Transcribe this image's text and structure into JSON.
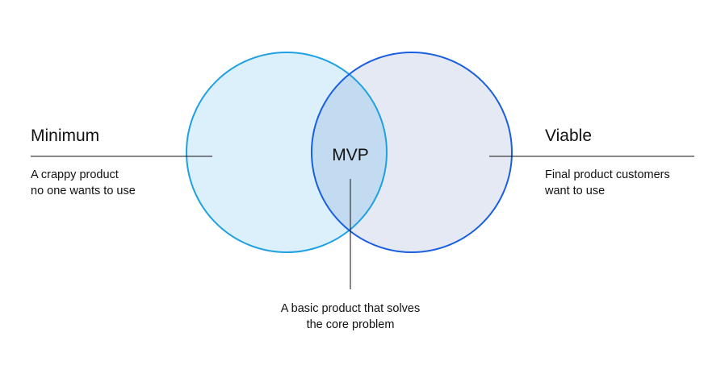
{
  "left": {
    "title": "Minimum",
    "description": [
      "A crappy product",
      "no one wants to use"
    ]
  },
  "right": {
    "title": "Viable",
    "description": [
      "Final product customers",
      "want to use"
    ]
  },
  "center": {
    "title": "MVP",
    "description": [
      "A basic product that solves",
      "the core problem"
    ]
  },
  "colors": {
    "left_fill": "#dcf0fb",
    "left_stroke": "#1fa0e3",
    "right_fill": "#e5e9f3",
    "right_stroke": "#1a5fe0",
    "overlap_fill": "#c3dbf0",
    "line": "#111111",
    "text": "#111111"
  }
}
